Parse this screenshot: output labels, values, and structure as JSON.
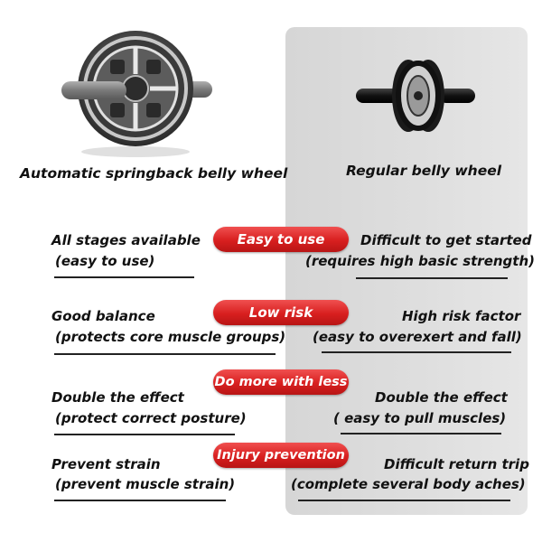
{
  "products": {
    "left_title": "Automatic springback belly wheel",
    "right_title": "Regular belly wheel"
  },
  "rows": [
    {
      "badge": "Easy to use",
      "left_line1": "All stages available",
      "left_line2": "(easy to use)",
      "right_line1": "Difficult to get started",
      "right_line2": "(requires high basic strength)"
    },
    {
      "badge": "Low risk",
      "left_line1": "Good balance",
      "left_line2": "(protects core muscle groups)",
      "right_line1": "High risk factor",
      "right_line2": "(easy to overexert and fall)"
    },
    {
      "badge": "Do more with less",
      "left_line1": "Double the effect",
      "left_line2": "(protect correct posture)",
      "right_line1": "Double the effect",
      "right_line2": "( easy to pull muscles)"
    },
    {
      "badge": "Injury prevention",
      "left_line1": "Prevent strain",
      "left_line2": "(prevent muscle strain)",
      "right_line1": "Difficult return trip",
      "right_line2": "(complete several body aches)"
    }
  ],
  "colors": {
    "badge_red": "#d81f1f",
    "panel_gray": "#dedede"
  }
}
